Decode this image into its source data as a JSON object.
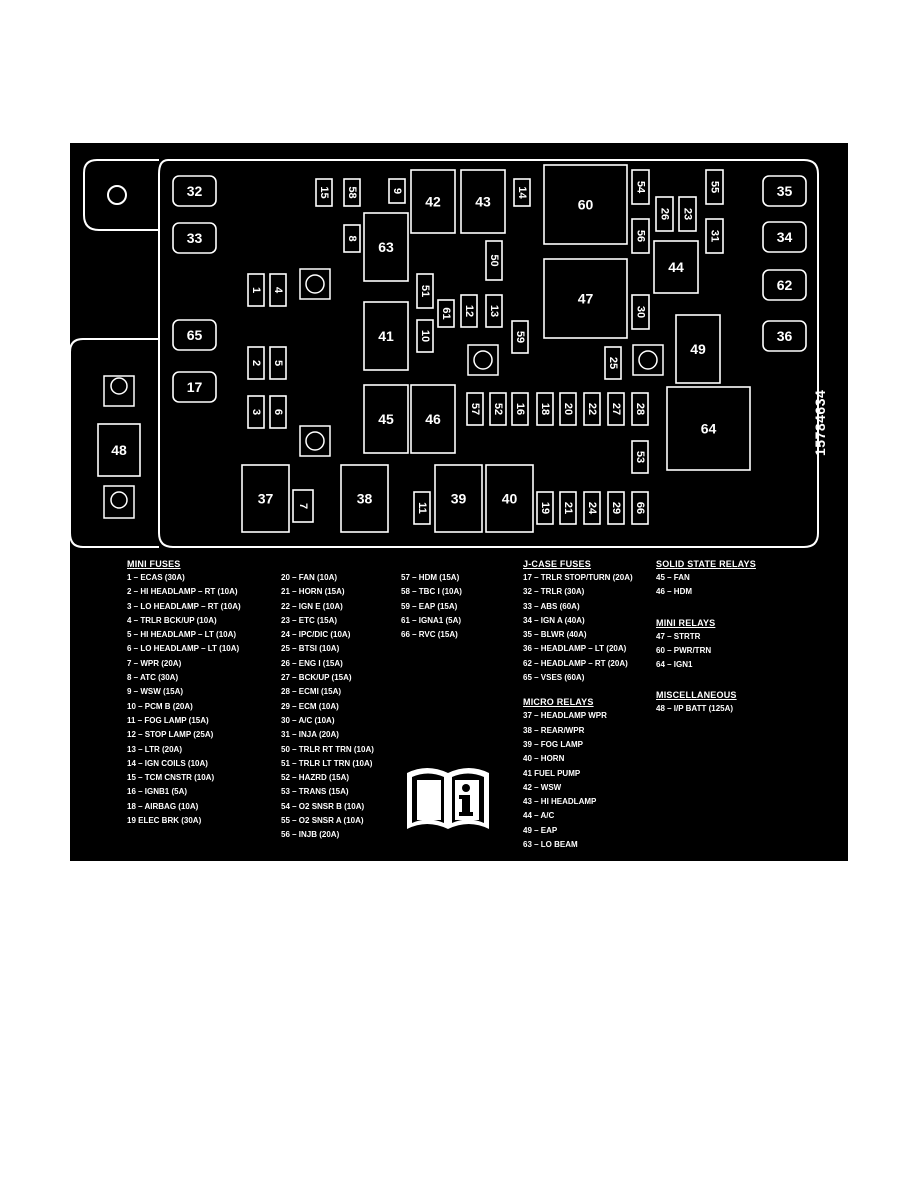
{
  "diagram_id": "15784634",
  "box": {
    "outline_color": "#ffffff",
    "background": "#000000",
    "components": [
      {
        "id": "32"
      },
      {
        "id": "33"
      },
      {
        "id": "65"
      },
      {
        "id": "17"
      },
      {
        "id": "48"
      },
      {
        "id": "35"
      },
      {
        "id": "34"
      },
      {
        "id": "62"
      },
      {
        "id": "36"
      },
      {
        "id": "15"
      },
      {
        "id": "58"
      },
      {
        "id": "9"
      },
      {
        "id": "42"
      },
      {
        "id": "43"
      },
      {
        "id": "14"
      },
      {
        "id": "60"
      },
      {
        "id": "54"
      },
      {
        "id": "55"
      },
      {
        "id": "26"
      },
      {
        "id": "23"
      },
      {
        "id": "56"
      },
      {
        "id": "31"
      },
      {
        "id": "8"
      },
      {
        "id": "63"
      },
      {
        "id": "50"
      },
      {
        "id": "44"
      },
      {
        "id": "1"
      },
      {
        "id": "4"
      },
      {
        "id": "51"
      },
      {
        "id": "61"
      },
      {
        "id": "12"
      },
      {
        "id": "13"
      },
      {
        "id": "47"
      },
      {
        "id": "30"
      },
      {
        "id": "41"
      },
      {
        "id": "10"
      },
      {
        "id": "59"
      },
      {
        "id": "49"
      },
      {
        "id": "2"
      },
      {
        "id": "5"
      },
      {
        "id": "25"
      },
      {
        "id": "3"
      },
      {
        "id": "6"
      },
      {
        "id": "45"
      },
      {
        "id": "46"
      },
      {
        "id": "57"
      },
      {
        "id": "52"
      },
      {
        "id": "16"
      },
      {
        "id": "18"
      },
      {
        "id": "20"
      },
      {
        "id": "22"
      },
      {
        "id": "27"
      },
      {
        "id": "28"
      },
      {
        "id": "64"
      },
      {
        "id": "53"
      },
      {
        "id": "37"
      },
      {
        "id": "7"
      },
      {
        "id": "38"
      },
      {
        "id": "11"
      },
      {
        "id": "39"
      },
      {
        "id": "40"
      },
      {
        "id": "19"
      },
      {
        "id": "21"
      },
      {
        "id": "24"
      },
      {
        "id": "29"
      },
      {
        "id": "66"
      }
    ]
  },
  "legend": {
    "mini_fuses": {
      "title": "MINI FUSES",
      "col1": [
        "1 – ECAS (30A)",
        "2 – HI HEADLAMP – RT (10A)",
        "3 – LO HEADLAMP – RT (10A)",
        "4 – TRLR BCK/UP (10A)",
        "5 – HI HEADLAMP – LT (10A)",
        "6 – LO HEADLAMP – LT (10A)",
        "7 – WPR (20A)",
        "8 – ATC (30A)",
        "9 – WSW (15A)",
        "10 – PCM B (20A)",
        "11 – FOG LAMP (15A)",
        "12 – STOP LAMP (25A)",
        "13 – LTR (20A)",
        "14 – IGN COILS (10A)",
        "15 – TCM CNSTR (10A)",
        "16 – IGNB1 (5A)",
        "18 – AIRBAG (10A)",
        "19    ELEC BRK (30A)"
      ],
      "col2": [
        "20 – FAN (10A)",
        "21 – HORN (15A)",
        "22 – IGN E (10A)",
        "23 – ETC (15A)",
        "24 – IPC/DIC (10A)",
        "25 – BTSI (10A)",
        "26 – ENG I (15A)",
        "27 – BCK/UP (15A)",
        "28 – ECMI (15A)",
        "29 – ECM (10A)",
        "30 – A/C (10A)",
        "31 – INJA (20A)",
        "50 – TRLR RT TRN (10A)",
        "51 – TRLR LT TRN (10A)",
        "52 – HAZRD (15A)",
        "53 – TRANS (15A)",
        "54 – O2 SNSR B (10A)",
        "55 – O2 SNSR A (10A)",
        "56 – INJB (20A)"
      ],
      "col3": [
        "57 – HDM (15A)",
        "58 – TBC I (10A)",
        "59 – EAP (15A)",
        "61 – IGNA1 (5A)",
        "66 – RVC (15A)"
      ]
    },
    "j_case_fuses": {
      "title": "J-CASE FUSES",
      "items": [
        "17 – TRLR STOP/TURN (20A)",
        "32 – TRLR (30A)",
        "33 – ABS (60A)",
        "34 – IGN A (40A)",
        "35 – BLWR (40A)",
        "36 – HEADLAMP – LT (20A)",
        "62 – HEADLAMP – RT (20A)",
        "65 – VSES (60A)"
      ]
    },
    "micro_relays": {
      "title": "MICRO RELAYS",
      "items": [
        "37 – HEADLAMP WPR",
        "38 – REAR/WPR",
        "39 – FOG LAMP",
        "40 – HORN",
        "41    FUEL PUMP",
        "42 – WSW",
        "43 – HI HEADLAMP",
        "44 – A/C",
        "49 – EAP",
        "63 – LO BEAM"
      ]
    },
    "solid_state_relays": {
      "title": "SOLID STATE RELAYS",
      "items": [
        "45 – FAN",
        "46 – HDM"
      ]
    },
    "mini_relays": {
      "title": "MINI RELAYS",
      "items": [
        "47 – STRTR",
        "60 – PWR/TRN",
        "64 – IGN1"
      ]
    },
    "miscellaneous": {
      "title": "MISCELLANEOUS",
      "items": [
        "48 – I/P BATT (125A)"
      ]
    }
  },
  "manual_icon": "owner-manual-info-icon"
}
